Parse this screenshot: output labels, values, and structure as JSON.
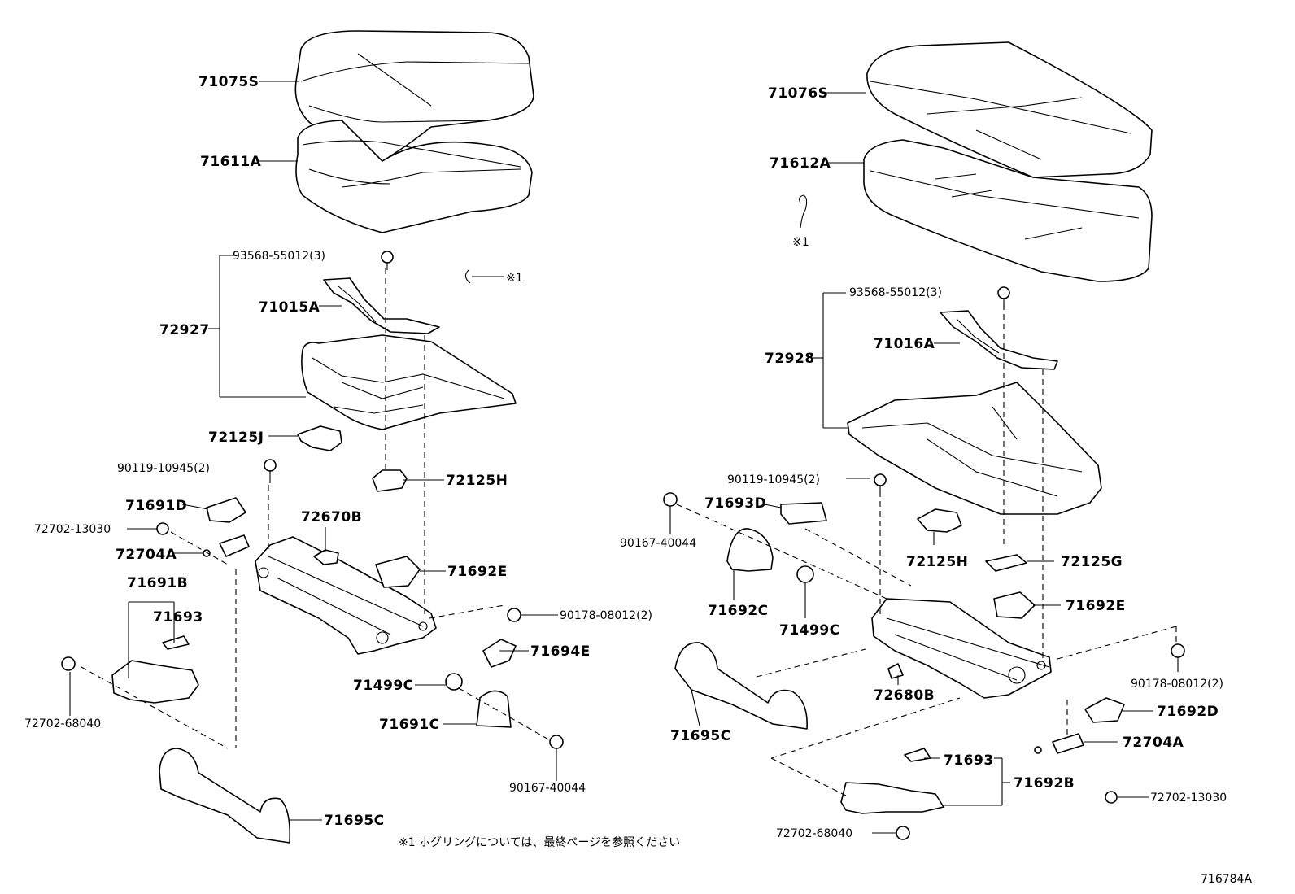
{
  "left": {
    "cushion_cover": "71075S",
    "cushion_pad": "71611A",
    "bolt_1": "93568-55012(3)",
    "hog_ring_ref": "※1",
    "frame_bracket": "71015A",
    "frame_assy": "72927",
    "cover_j": "72125J",
    "bolt_2": "90119-10945(2)",
    "cover_h": "72125H",
    "shield_d": "71691D",
    "screw_a": "72702-13030",
    "lock_a": "72704A",
    "bracket_b": "72670B",
    "bracket_e": "71692E",
    "shield_b": "71691B",
    "spring": "71693",
    "nut": "90178-08012(2)",
    "cover_694e": "71694E",
    "clip": "71499C",
    "screw_b": "72702-68040",
    "shield_c": "71691C",
    "screw_c": "90167-40044",
    "cover_695c": "71695C"
  },
  "right": {
    "cushion_cover": "71076S",
    "cushion_pad": "71612A",
    "hog_ring_ref": "※1",
    "bolt_1": "93568-55012(3)",
    "frame_bracket": "71016A",
    "frame_assy": "72928",
    "bolt_2": "90119-10945(2)",
    "shield_d": "71693D",
    "screw_c": "90167-40044",
    "cover_h": "72125H",
    "cover_g": "72125G",
    "shield_c": "71692C",
    "clip": "71499C",
    "bracket_e": "71692E",
    "nut": "90178-08012(2)",
    "bracket_b": "72680B",
    "cover_695c": "71695C",
    "bracket_d": "71692D",
    "lock_a": "72704A",
    "spring": "71693",
    "shield_b": "71692B",
    "screw_a": "72702-13030",
    "screw_b": "72702-68040"
  },
  "footnote": "※1  ホグリングについては、最終ページを参照ください",
  "diagram_code": "716784A"
}
